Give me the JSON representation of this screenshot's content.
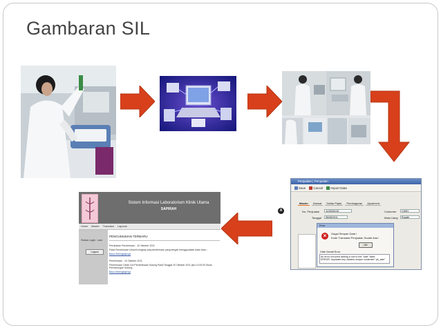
{
  "slide": {
    "title": "Gambaran SIL"
  },
  "colors": {
    "arrow": "#d8401c",
    "arrow_edge": "#b33510"
  },
  "software": {
    "window_title": "Penjualan | Penjualan",
    "toolbar": [
      "Save",
      "Cancel",
      "Import Data"
    ],
    "tabs": [
      "Master",
      "Alamat",
      "Daftar Pajak",
      "Pembagaran",
      "Ajustment"
    ],
    "fields": {
      "no_penjualan_label": "No. Penjualan",
      "no_penjualan_value": "JL00001115",
      "tanggal_label": "Tanggal",
      "tanggal_value": "06/06/2011",
      "customer_label": "Customer",
      "customer_value": "CASH",
      "mata_uang_label": "Mata Uang",
      "mata_uang_value": "Rupiah"
    },
    "marker": "A",
    "dialog": {
      "title": "Error",
      "message1": "Gagal Simpan Data !",
      "message2": "Kode Transaksi Penjualan Sudah Ada !",
      "ok": "OK",
      "detail_label": "Hide Detail Error",
      "detail_line1": "An error occurred adding a row to the \"sale\" table",
      "detail_line2": "ERROR: duplicate key violates unique constraint \"pk_sale\""
    }
  },
  "website": {
    "title1": "Sistem Informasi Laboratorium Klinik Utama",
    "title2": "SAPIRAH",
    "nav": [
      "Home",
      "Master",
      "Transaksi",
      "Laporan"
    ],
    "side_status": "Status Login : user",
    "logout": "Logout",
    "section": "PENGUMUMAN TERBARU",
    "items": [
      {
        "title": "Perubahan Penerimaan - 10 Oktober 2011",
        "text": "Pada Penerimaan Umum/Lengkap ada penerimaan yang tengah menggunakan kartu baru...",
        "link": "Baca Selengkapnya"
      },
      {
        "title": "Penerimaan - 10 Oktober 2011",
        "text": "Penerimaan Cetak Gol Pemeriksaan Sutong Pada Tanggal 20 Oktober 2011 jam 11:00:00 Dinas Perhubungan Sutong...",
        "link": "Baca Selengkapnya"
      }
    ]
  }
}
